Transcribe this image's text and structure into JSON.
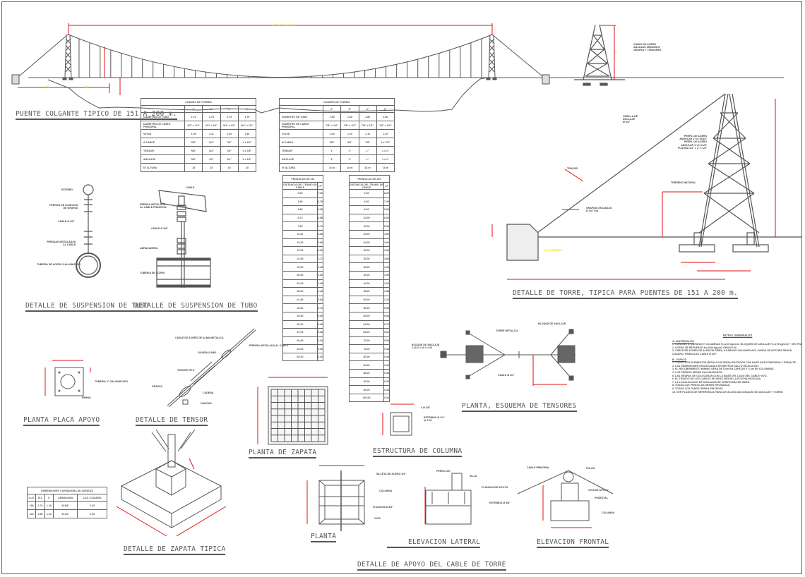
{
  "sheet": {
    "colors": {
      "line": "#555555",
      "dimension": "#e01010",
      "dim_text": "#e8e800",
      "background": "#ffffff"
    },
    "titles": {
      "bridge_elevation": "PUENTE COLGANTE TIPICO DE 151 A 200 m.",
      "tower_detail": "DETALLE DE TORRE, TIPICA PARA PUENTES DE 151 A 200 m.",
      "tube_suspension_1": "DETALLE DE SUSPENSION DE TUBO",
      "tube_suspension_2": "DETALLE DE SUSPENSION DE TUBO",
      "support_plate": "PLANTA PLACA APOYO",
      "tensor_detail": "DETALLE DE TENSOR",
      "footing_plan": "PLANTA DE ZAPATA",
      "column_structure": "ESTRUCTURA DE COLUMNA",
      "tensor_scheme": "PLANTA, ESQUEMA DE TENSORES",
      "typical_footing": "DETALLE DE ZAPATA TIPICA",
      "plan": "PLANTA",
      "side_elevation": "ELEVACION LATERAL",
      "front_elevation": "ELEVACION FRONTAL",
      "cable_support": "DETALLE DE APOYO DEL CABLE DE TORRE"
    },
    "dimensions": {
      "span": "LUZ DEL PUENTE",
      "sag": "F",
      "left_anchor": "D1",
      "left_back": "D2",
      "tower_height": "H"
    },
    "annotations": {
      "tower_top_note": [
        "CABLE DE ACERO",
        "ANCLADO MEDIANTE",
        "GRAPAS Y TENSORES"
      ],
      "tensor_label": "TENSOR",
      "cable_label": [
        "VARILLA DE",
        "ANCLAJE",
        "Ø 3/4\""
      ],
      "tower_profile": [
        "PERFIL DE ACERO",
        "ANGULAR 2\"x2\"x3/16\"",
        "PERFIL DE ACERO",
        "ANGULAR 1\"x1\"x1/8\"",
        "PLATINA 1/4\" x 2\" x 1/2\""
      ],
      "ground_label": "TERRENO NATURAL",
      "clamp_label": [
        "GRAPAS CRUZADAS",
        "Ø 3/4\" Ext."
      ],
      "anchor_dim": "LH VARIABLE",
      "tube_1": [
        "ESTRIBO",
        "PERNOS DE SUJECION",
        "DE GRAPAS",
        "CABLE Ø 3/8\"",
        "PRENSAS INSTALADAS",
        "AL CABLE",
        "TUBERIA DE ACERO GALVANIZADO"
      ],
      "tube_2": [
        "CABLE",
        "PRENSA INSTALADA",
        "AL CABLE PRINCIPAL",
        "CABLE Ø 3/8\"",
        "ABRAZADERA",
        "TUBERIA DE ACERO"
      ],
      "plate": [
        "TUBERIA 4\" GALVANIZADO",
        "PERNO"
      ],
      "tensor": [
        "CABLE DE ACERO DE ALMA METALICA",
        "GUARDACABO",
        "TENSOR TIPO",
        "GRAPAS",
        "CADENA",
        "GANCHO",
        "PRENSA INSTALADA AL CABLE"
      ],
      "column": [
        "4 Ø 3/8\"",
        "ESTRIBOS Ø 1/4\"",
        "@ 0.20"
      ],
      "scheme": [
        "TORRE METALICA",
        "BLOQUE DE ANCLAJE",
        "1.20 x 1.20 x 1.20",
        "CABLE Ø 3/4\"",
        "BLOQUE DE ANCLAJE"
      ],
      "apoyo_plan": [
        "SILLETA DE ACERO 3/4\"",
        "COLUMNA",
        "PLANCHA Ø 3/4\"",
        "VIGA"
      ],
      "apoyo_side": [
        "PERNO 3/4\"",
        "SILLA",
        "PLANCHA DE APOYO",
        "ESTRIBOS Ø 3/8\""
      ],
      "apoyo_front": [
        "CABLE PRINCIPAL",
        "POLEA",
        "VIGA DE APOYO",
        "PEDESTAL",
        "COLUMNA"
      ]
    },
    "table_structure_a": {
      "title": "CUADRO DE TORRES",
      "headers": [
        "",
        "1\"",
        "3\"",
        "4\"",
        "6\""
      ],
      "rows": [
        [
          "DIAMETRO DE TUBO",
          "1.75",
          "1.75",
          "1.75",
          "1.75"
        ],
        [
          "DIAMETRO DE CABLE PRINCIPAL",
          "3/4\" x 1/2\"",
          "3/4\" x 1/2\"",
          "3/4\" x 1/2\"",
          "3/4\" x 1/2\""
        ],
        [
          "VxVxD",
          "1.00",
          "1.11",
          "1.20",
          "1.30"
        ],
        [
          "Ø CABLE",
          "5/8\"",
          "3/4\"",
          "7/8\"",
          "1 x 3/4\""
        ],
        [
          "TENSOR",
          "5/8\"",
          "3/4\"",
          "7/8\"",
          "1 x 7/8\""
        ],
        [
          "ANCLAJE",
          "5/8\"",
          "1/2\"",
          "1/2\"",
          "1 x 1/2\""
        ],
        [
          "Nº ALTURA",
          "15",
          "15",
          "15",
          "15"
        ]
      ]
    },
    "table_structure_b": {
      "title": "CUADRO DE TORRES",
      "headers": [
        "",
        "2\"",
        "3\"",
        "4\"",
        "6\""
      ],
      "rows": [
        [
          "DIAMETRO DE TUBO",
          "1.80",
          "1.80",
          "1.80",
          "1.80"
        ],
        [
          "DIAMETRO DE CABLE PRINCIPAL",
          "7/8\" x 1/2\"",
          "7/8\" x 1/2\"",
          "7/8\" x 1/2\"",
          "7/8\" x 1/2\""
        ],
        [
          "VxVxD",
          "1.00",
          "1.20",
          "1.11",
          "1.20"
        ],
        [
          "Ø CABLE",
          "5/8\"",
          "3/4\"",
          "7/8\"",
          "1 x 7/8\""
        ],
        [
          "TENSOR",
          "1\"",
          "1\"",
          "1\"",
          "1 x 1\""
        ],
        [
          "ANCLAJE",
          "1\"",
          "1\"",
          "1\"",
          "1 x 1\""
        ],
        [
          "Nº ALTURA",
          "16 m",
          "16 m",
          "16 m",
          "16 m"
        ]
      ]
    },
    "table_hangers_a": {
      "title": "PENDOLAS DE 151",
      "headers": [
        "DISTANCIA DEL TRAMO DE CABLE",
        "LP"
      ],
      "rows": [
        [
          "0.00",
          "7.20"
        ],
        [
          "1.90",
          "6.78"
        ],
        [
          "3.80",
          "6.38"
        ],
        [
          "5.70",
          "5.98"
        ],
        [
          "7.60",
          "5.70"
        ],
        [
          "11.40",
          "4.68"
        ],
        [
          "15.20",
          "3.96"
        ],
        [
          "19.00",
          "3.30"
        ],
        [
          "22.80",
          "2.71"
        ],
        [
          "26.60",
          "2.18"
        ],
        [
          "30.40",
          "1.82"
        ],
        [
          "34.20",
          "1.48"
        ],
        [
          "38.00",
          "1.18"
        ],
        [
          "41.80",
          "0.93"
        ],
        [
          "45.60",
          "0.72"
        ],
        [
          "49.40",
          "0.56"
        ],
        [
          "53.20",
          "0.45"
        ],
        [
          "57.00",
          "0.38"
        ],
        [
          "60.80",
          "0.34"
        ],
        [
          "64.60",
          "0.30"
        ],
        [
          "68.40",
          "0.30"
        ]
      ]
    },
    "table_hangers_b": {
      "title": "PENDOLAS DE 200",
      "headers": [
        "DISTANCIA DEL TRAMO DE CABLE",
        "LP"
      ],
      "rows": [
        [
          "0.00",
          "8.20"
        ],
        [
          "4.00",
          "7.40"
        ],
        [
          "8.00",
          "6.84"
        ],
        [
          "12.00",
          "6.00"
        ],
        [
          "16.00",
          "5.30"
        ],
        [
          "20.00",
          "4.56"
        ],
        [
          "24.00",
          "3.92"
        ],
        [
          "28.00",
          "3.32"
        ],
        [
          "32.00",
          "2.80"
        ],
        [
          "36.00",
          "2.34"
        ],
        [
          "40.00",
          "1.96"
        ],
        [
          "44.00",
          "1.64"
        ],
        [
          "48.00",
          "1.38"
        ],
        [
          "52.00",
          "1.16"
        ],
        [
          "56.00",
          "0.98"
        ],
        [
          "60.00",
          "0.84"
        ],
        [
          "64.00",
          "0.72"
        ],
        [
          "68.00",
          "0.62"
        ],
        [
          "72.00",
          "0.54"
        ],
        [
          "76.00",
          "0.48"
        ],
        [
          "80.00",
          "0.44"
        ],
        [
          "84.00",
          "0.40"
        ],
        [
          "88.00",
          "0.38"
        ],
        [
          "92.00",
          "0.36"
        ],
        [
          "96.00",
          "0.34"
        ],
        [
          "100.00",
          "0.32"
        ]
      ]
    },
    "table_footings": {
      "title": "DIMENSIONES Y ARMADURA DE ZAPATAS",
      "headers": [
        "LUZ",
        "B.L",
        "h",
        "ARMADURA",
        "LUZ / CUADRO"
      ],
      "rows": [
        [
          "150",
          "1.70",
          "1.20",
          "Ø 3/8\"",
          "2.20"
        ],
        [
          "200",
          "1.80",
          "1.30",
          "Ø 1/2\"",
          "2.40"
        ]
      ]
    },
    "notes": {
      "heading": "NOTAS GENERALES",
      "section_a": "A. MATERIALES",
      "items_a": [
        "1. CONCRETO: ZAPATAS Y COLUMNAS f'c=210 kg/cm2; BLOQUES DE ANCLAJE f'c=175 kg/cm2 + 30% P.M.",
        "2. ACERO DE REFUERZO fy=4200 kg/cm2 GRADO 60.",
        "3. CABLE DE ACERO DE ALMA DE FIBRA, ACABADO GALVANIZADO, CARGA DE ROTURA SEGUN CUADRO; PENDOLAS CABLE Ø 3/8\"."
      ],
      "section_b": "B. VARIOS",
      "items_b": [
        "1. TODOS LOS ELEMENTOS METALICOS SERAN PINTADOS CON BASE ANTICORROSIVA Y ESMALTE.",
        "2. LAS DIMENSIONES ESTAN DADAS EN METROS SALVO INDICACION.",
        "3. EL RECUBRIMIENTO MINIMO SERA DE 5 cm EN ZAPATAS Y 3 cm EN COLUMNAS.",
        "4. LOS PERNOS SERAN GALVANIZADOS.",
        "5. LAS GRAPAS SE COLOCARAN CON LA BASE DEL LADO DEL CABLE VIVO.",
        "6. EL TESADO DE LOS CABLES SE HARA SEGUN LA FLECHA INDICADA.",
        "7. LA LOCALIZACION DE ANCLAJES SE VERIFICARA EN OBRA.",
        "8. TODAS LAS PENDOLAS SERAN REVISADAS.",
        "9. TODOS LOS TUBOS SERAN PINTADOS.",
        "10. VER PLANOS DE REFERENCIA PARA DETALLES ADICIONALES DE ANCLAJE Y TORRE."
      ]
    }
  }
}
